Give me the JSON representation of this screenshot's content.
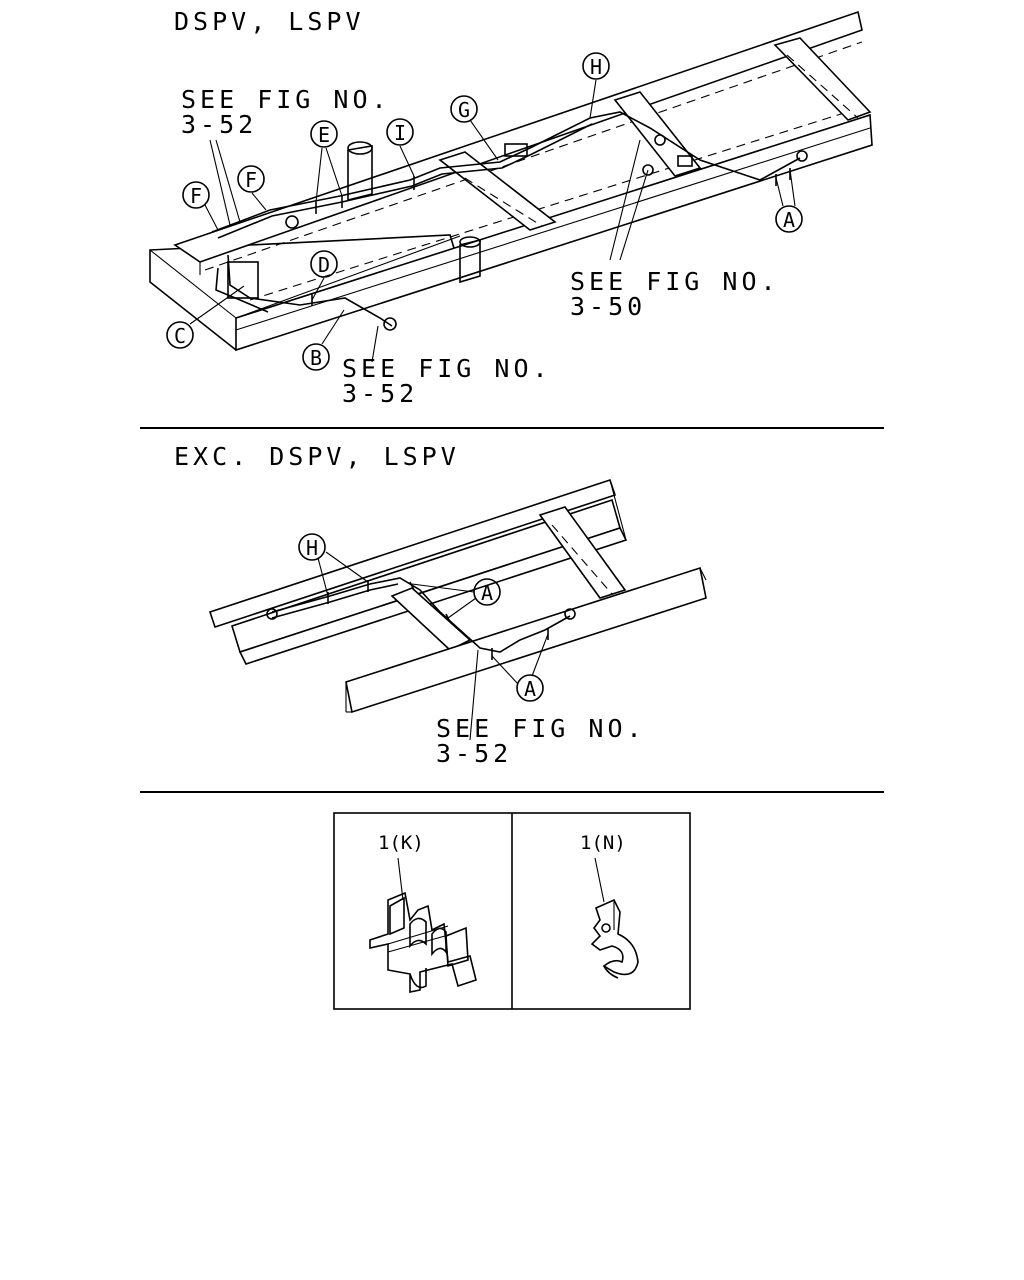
{
  "top_view": {
    "title": "DSPV, LSPV",
    "refs": [
      {
        "line1": "SEE FIG NO.",
        "line2": "3-52"
      },
      {
        "line1": "SEE FIG NO.",
        "line2": "3-50"
      },
      {
        "line1": "SEE FIG NO.",
        "line2": "3-52"
      }
    ],
    "callouts": [
      "A",
      "B",
      "C",
      "D",
      "E",
      "F",
      "F",
      "G",
      "H",
      "I"
    ]
  },
  "bottom_view": {
    "title": "EXC. DSPV, LSPV",
    "refs": [
      {
        "line1": "SEE FIG NO.",
        "line2": "3-52"
      }
    ],
    "callouts": [
      "H",
      "A",
      "A"
    ]
  },
  "parts": [
    {
      "label": "1(K)"
    },
    {
      "label": "1(N)"
    }
  ]
}
